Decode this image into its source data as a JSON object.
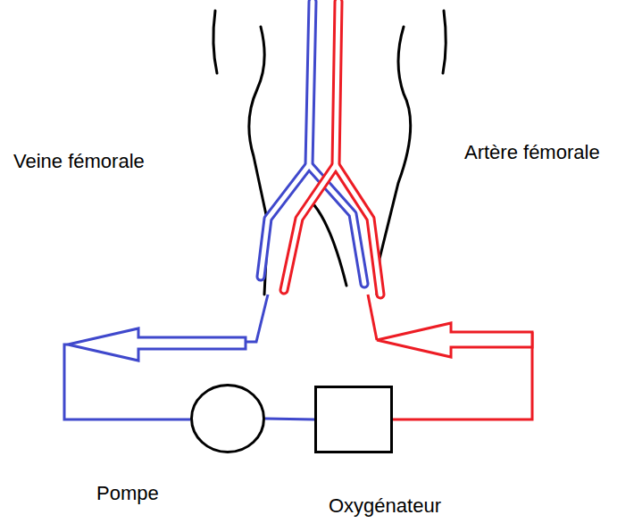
{
  "diagram": {
    "nodes": [
      {
        "text": [
          "Pompe"
        ]
      },
      {
        "text": [
          "Oxygénateur"
        ]
      }
    ],
    "edges": [
      {
        "from": 0,
        "to": 1,
        "arrow": "none"
      }
    ],
    "labels": [
      "Veine fémorale",
      "Artère fémorale"
    ]
  }
}
